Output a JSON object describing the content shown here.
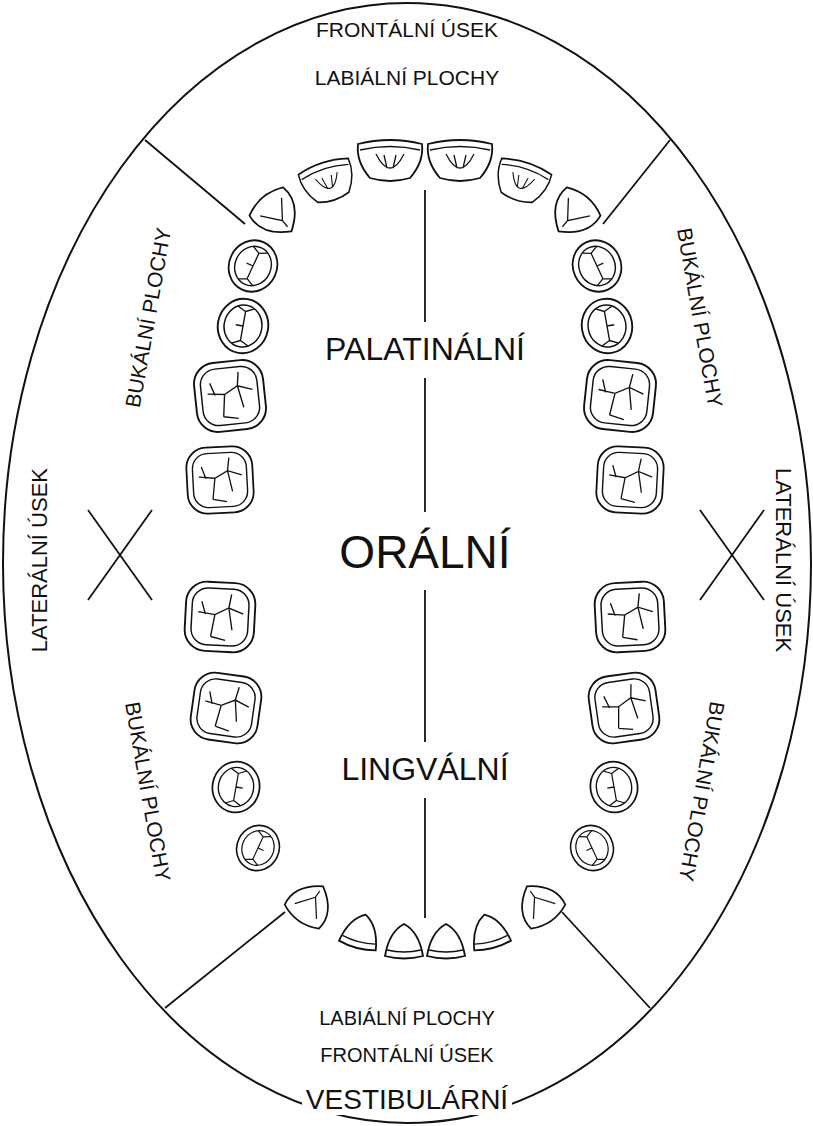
{
  "diagram": {
    "labels": [
      "FRONTÁLNÍ ÚSEK",
      "LABIÁLNÍ PLOCHY",
      "BUKÁLNÍ PLOCHY",
      "BUKÁLNÍ PLOCHY",
      "PALATINÁLNÍ",
      "LATERÁLNÍ ÚSEK",
      "ORÁLNÍ",
      "LATERÁLNÍ ÚSEK",
      "BUKÁLNÍ PLOCHY",
      "BUKÁLNÍ PLOCHY",
      "LINGVÁLNÍ",
      "LABIÁLNÍ PLOCHY",
      "FRONTÁLNÍ ÚSEK",
      "VESTIBULÁRNÍ"
    ]
  }
}
